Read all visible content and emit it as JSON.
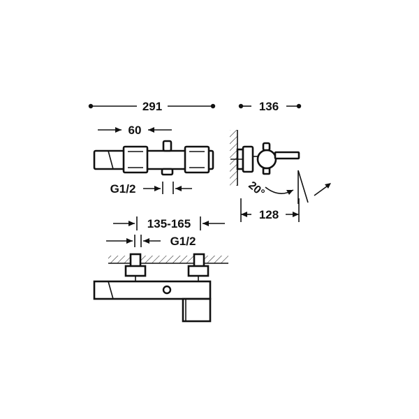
{
  "dimensions": {
    "overall_length": "291",
    "overall_depth": "136",
    "inlet_spacing_inner": "60",
    "thread_top": "G1/2",
    "wall_distance": "135-165",
    "thread_bottom": "G1/2",
    "projection": "128",
    "spout_angle": "20°"
  }
}
